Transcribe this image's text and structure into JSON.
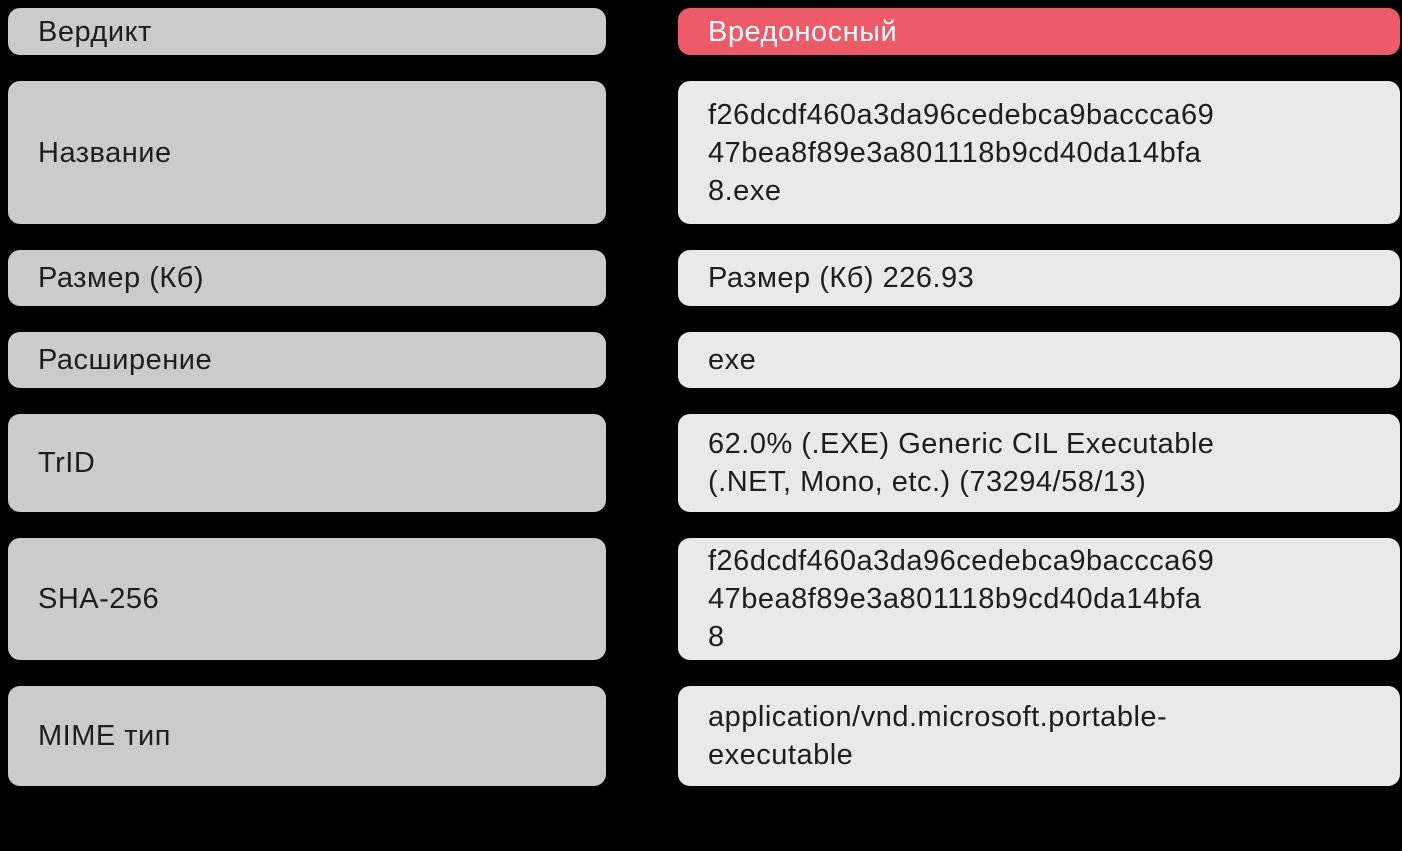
{
  "colors": {
    "page_bg": "#000000",
    "label_bg": "#cbcbcb",
    "value_bg": "#e9e9e9",
    "verdict_bg": "#ef5a68",
    "verdict_text": "#ffffff",
    "text": "#1e1e1e"
  },
  "report": {
    "rows": [
      {
        "label": "Вердикт",
        "value": "Вредоносный",
        "status": "malicious"
      },
      {
        "label": "Название",
        "value": "f26dcdf460a3da96cedebca9baccca6947bea8f89e3a801118b9cd40da14bfa8.exe"
      },
      {
        "label": "Размер (Кб)",
        "value": "Размер (Кб) 226.93"
      },
      {
        "label": "Расширение",
        "value": "exe"
      },
      {
        "label": "TrID",
        "value": "62.0% (.EXE) Generic CIL Executable (.NET, Mono, etc.) (73294/58/13)"
      },
      {
        "label": "SHA-256",
        "value": "f26dcdf460a3da96cedebca9baccca6947bea8f89e3a801118b9cd40da14bfa8"
      },
      {
        "label": "MIME тип",
        "value": "application/vnd.microsoft.portable-executable"
      }
    ]
  }
}
